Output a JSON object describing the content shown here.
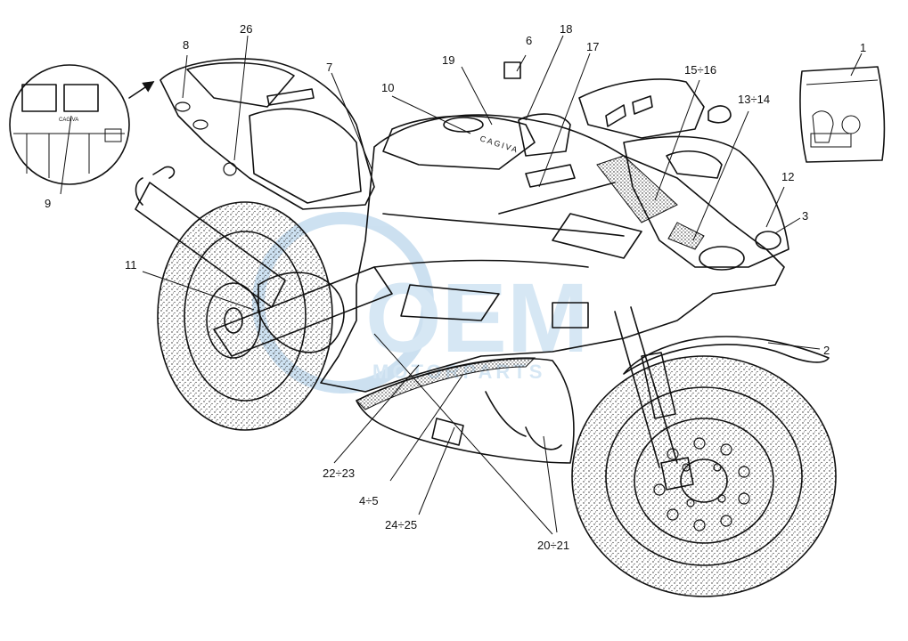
{
  "watermark": {
    "brand": "OEM",
    "tagline": "MOTORPARTS"
  },
  "tank_lettering": "CAGIVA",
  "inset_lettering": "CAGIVA",
  "callouts": [
    "1",
    "2",
    "3",
    "4÷5",
    "6",
    "7",
    "8",
    "9",
    "10",
    "11",
    "12",
    "13÷14",
    "15÷16",
    "17",
    "18",
    "19",
    "20÷21",
    "22÷23",
    "24÷25",
    "26"
  ]
}
